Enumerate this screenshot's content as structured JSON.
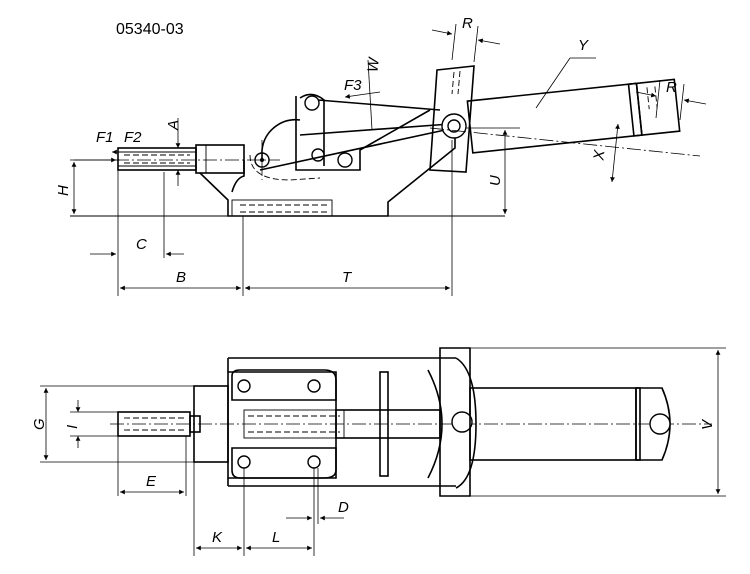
{
  "part_number": "05340-03",
  "side_view": {
    "labels": {
      "F1": "F1",
      "F2": "F2",
      "F3": "F3",
      "A": "A",
      "H": "H",
      "C": "C",
      "B": "B",
      "T": "T",
      "U": "U",
      "W": "W",
      "R_top": "R",
      "R_right": "R",
      "Y": "Y",
      "X": "X"
    }
  },
  "top_view": {
    "labels": {
      "G": "G",
      "I": "I",
      "E": "E",
      "K": "K",
      "L": "L",
      "D": "D",
      "V": "V"
    }
  }
}
